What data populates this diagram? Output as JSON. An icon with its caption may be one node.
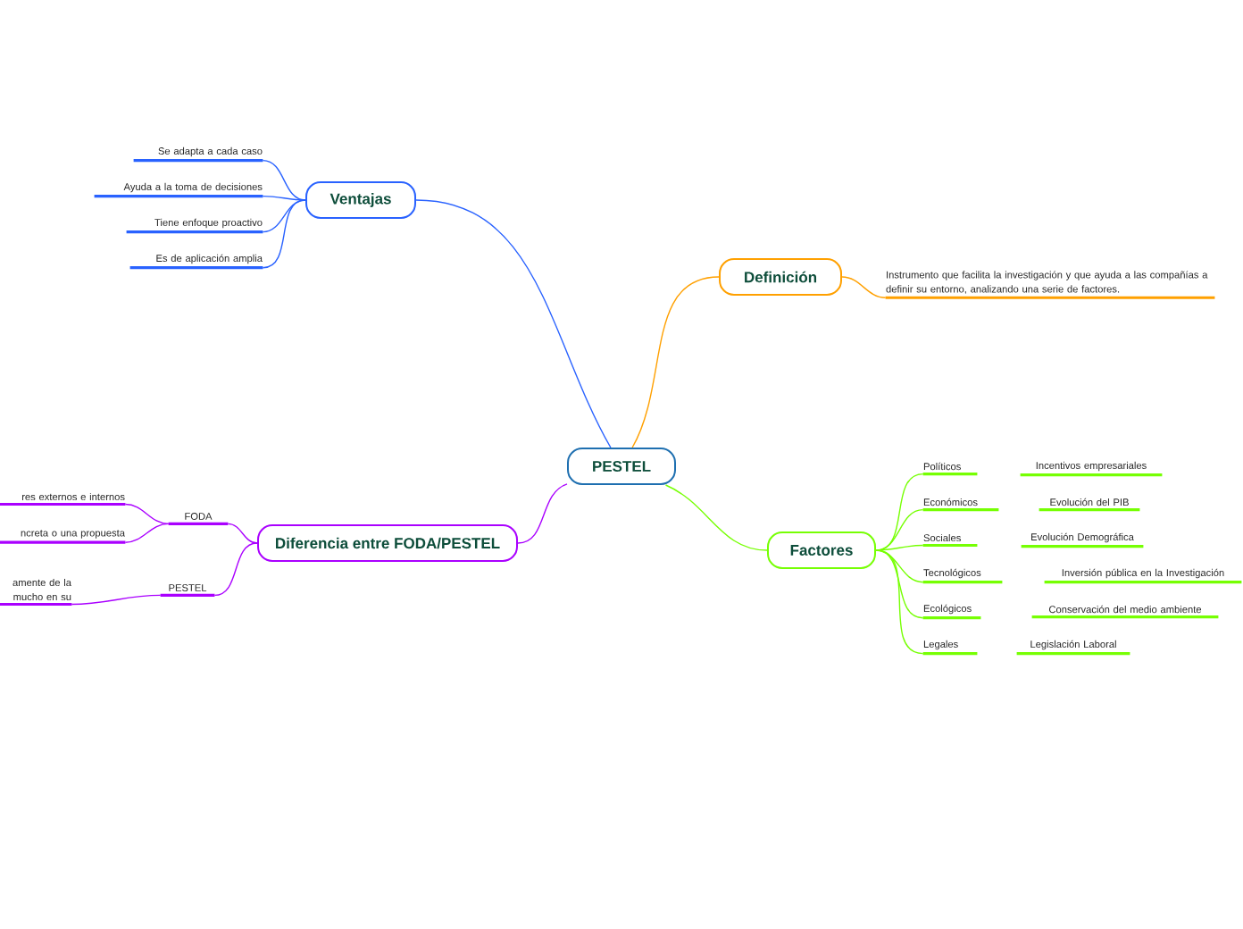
{
  "diagram": {
    "nodes": [
      {
        "text": [
          "PESTEL"
        ]
      },
      {
        "text": [
          "Ventajas"
        ]
      },
      {
        "text": [
          "Se adapta a cada caso"
        ]
      },
      {
        "text": [
          "Ayuda a la toma de decisiones"
        ]
      },
      {
        "text": [
          "Tiene enfoque proactivo"
        ]
      },
      {
        "text": [
          "Es de aplicación amplia"
        ]
      },
      {
        "text": [
          "Definición"
        ]
      },
      {
        "text": [
          "Instrumento que facilita la investigación y que ayuda a las compañías a definir su entorno, analizando una serie de factores."
        ]
      },
      {
        "text": [
          "Factores"
        ]
      },
      {
        "text": [
          "Políticos"
        ]
      },
      {
        "text": [
          "Económicos"
        ]
      },
      {
        "text": [
          "Sociales"
        ]
      },
      {
        "text": [
          "Tecnológicos"
        ]
      },
      {
        "text": [
          "Ecológicos"
        ]
      },
      {
        "text": [
          "Legales"
        ]
      },
      {
        "text": [
          "Incentivos empresariales"
        ]
      },
      {
        "text": [
          "Evolución del PIB"
        ]
      },
      {
        "text": [
          "Evolución Demográfica"
        ]
      },
      {
        "text": [
          "Inversión pública en la Investigación"
        ]
      },
      {
        "text": [
          "Conservación del medio ambiente"
        ]
      },
      {
        "text": [
          "Legislación Laboral"
        ]
      },
      {
        "text": [
          "Diferencia entre FODA/PESTEL"
        ]
      },
      {
        "text": [
          "FODA"
        ]
      },
      {
        "text": [
          "PESTEL"
        ]
      },
      {
        "text": [
          "res externos e internos"
        ]
      },
      {
        "text": [
          "ncreta o una propuesta"
        ]
      },
      {
        "text": [
          "amente de la mucho en su"
        ]
      }
    ],
    "edges": [
      {
        "from": 0,
        "to": 1,
        "arrow": "none",
        "color": "#2962ff"
      },
      {
        "from": 1,
        "to": 2,
        "arrow": "none",
        "color": "#2962ff"
      },
      {
        "from": 1,
        "to": 3,
        "arrow": "none",
        "color": "#2962ff"
      },
      {
        "from": 1,
        "to": 4,
        "arrow": "none",
        "color": "#2962ff"
      },
      {
        "from": 1,
        "to": 5,
        "arrow": "none",
        "color": "#2962ff"
      },
      {
        "from": 0,
        "to": 6,
        "arrow": "none",
        "color": "#ffa000"
      },
      {
        "from": 6,
        "to": 7,
        "arrow": "none",
        "color": "#ffa000"
      },
      {
        "from": 0,
        "to": 8,
        "arrow": "none",
        "color": "#76ff03"
      },
      {
        "from": 8,
        "to": 9,
        "arrow": "none",
        "color": "#76ff03"
      },
      {
        "from": 8,
        "to": 10,
        "arrow": "none",
        "color": "#76ff03"
      },
      {
        "from": 8,
        "to": 11,
        "arrow": "none",
        "color": "#76ff03"
      },
      {
        "from": 8,
        "to": 12,
        "arrow": "none",
        "color": "#76ff03"
      },
      {
        "from": 8,
        "to": 13,
        "arrow": "none",
        "color": "#76ff03"
      },
      {
        "from": 8,
        "to": 14,
        "arrow": "none",
        "color": "#76ff03"
      },
      {
        "from": 0,
        "to": 21,
        "arrow": "none",
        "color": "#aa00ff"
      },
      {
        "from": 21,
        "to": 22,
        "arrow": "none",
        "color": "#aa00ff"
      },
      {
        "from": 21,
        "to": 23,
        "arrow": "none",
        "color": "#aa00ff"
      },
      {
        "from": 22,
        "to": 24,
        "arrow": "none",
        "color": "#aa00ff"
      },
      {
        "from": 22,
        "to": 25,
        "arrow": "none",
        "color": "#aa00ff"
      },
      {
        "from": 23,
        "to": 26,
        "arrow": "none",
        "color": "#aa00ff"
      }
    ]
  }
}
